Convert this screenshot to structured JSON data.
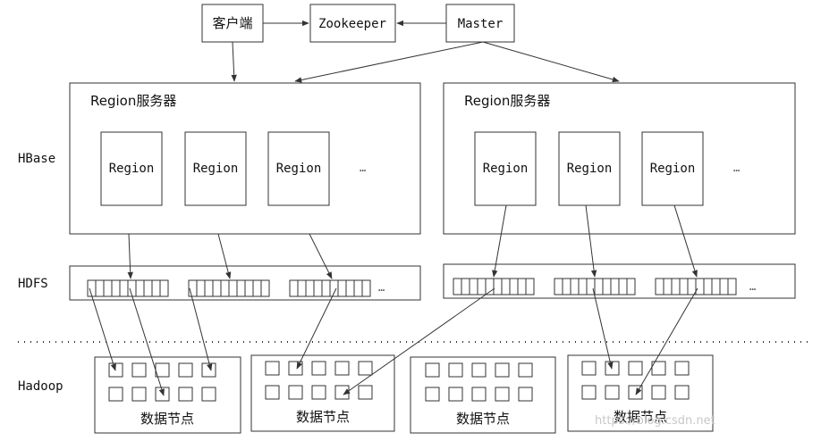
{
  "layers": {
    "hbase": "HBase",
    "hdfs": "HDFS",
    "hadoop": "Hadoop"
  },
  "nodes": {
    "client": "客户端",
    "zookeeper": "Zookeeper",
    "master": "Master"
  },
  "region_servers": [
    {
      "title": "Region服务器",
      "regions": [
        "Region",
        "Region",
        "Region"
      ],
      "more": "…"
    },
    {
      "title": "Region服务器",
      "regions": [
        "Region",
        "Region",
        "Region"
      ],
      "more": "…"
    }
  ],
  "hdfs_more": [
    "…",
    "…"
  ],
  "data_nodes": [
    "数据节点",
    "数据节点",
    "数据节点",
    "数据节点"
  ],
  "watermark": "https://blog.csdn.net"
}
